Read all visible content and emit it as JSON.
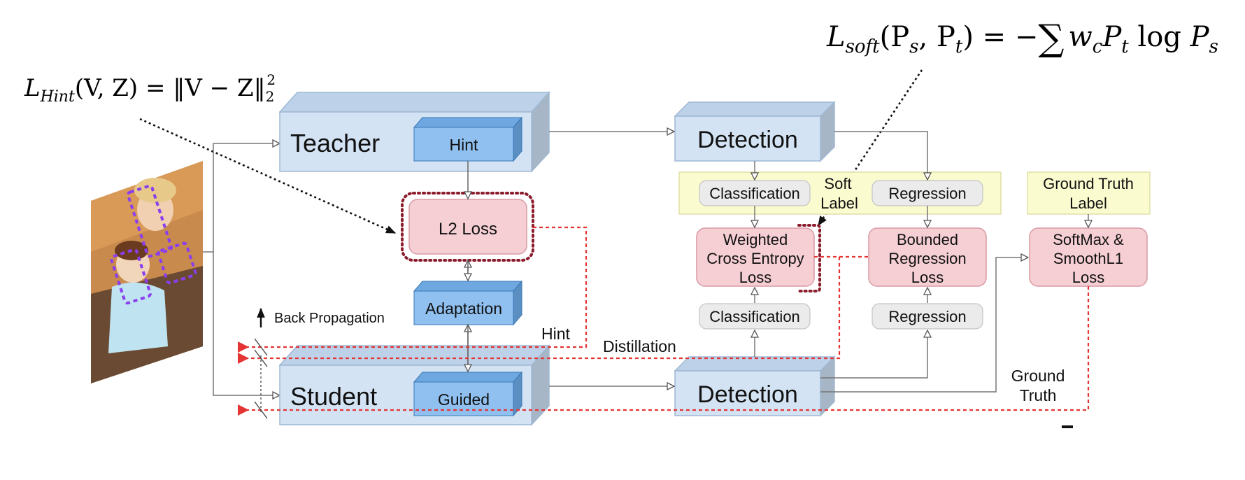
{
  "formulas": {
    "hint": {
      "lhs": "L",
      "sub": "Hint",
      "args": "(V, Z)",
      "eq": " = ",
      "rhs": "‖V − Z‖",
      "norm_sub": "2",
      "norm_sup": "2"
    },
    "soft": {
      "lhs": "L",
      "sub": "soft",
      "args": "(P",
      "args_s": "s",
      "args_mid": ", P",
      "args_t": "t",
      "args_close": ")",
      "eq": " = −",
      "sum": "∑",
      "w": "w",
      "w_sub": "c",
      "p1": "P",
      "p1_sub": "t",
      "log": " log ",
      "p2": "P",
      "p2_sub": "s"
    }
  },
  "teacher": {
    "label": "Teacher",
    "hint_label": "Hint"
  },
  "student": {
    "label": "Student",
    "guided_label": "Guided"
  },
  "adaptation": {
    "label": "Adaptation"
  },
  "l2_loss": {
    "label": "L2 Loss"
  },
  "detection_top": {
    "label": "Detection"
  },
  "detection_bottom": {
    "label": "Detection"
  },
  "soft_label": {
    "line1": "Soft",
    "line2": "Label"
  },
  "classification_top": {
    "label": "Classification"
  },
  "regression_top": {
    "label": "Regression"
  },
  "classification_bottom": {
    "label": "Classification"
  },
  "regression_bottom": {
    "label": "Regression"
  },
  "weighted_ce": {
    "line1": "Weighted",
    "line2": "Cross Entropy",
    "line3": "Loss"
  },
  "bounded_reg": {
    "line1": "Bounded",
    "line2": "Regression",
    "line3": "Loss"
  },
  "gt_label": {
    "line1": "Ground Truth",
    "line2": "Label"
  },
  "softmax": {
    "line1": "SoftMax &",
    "line2": "SmoothL1",
    "line3": "Loss"
  },
  "annotations": {
    "back_propagation": "Back Propagation",
    "hint": "Hint",
    "distillation": "Distillation",
    "ground_truth_line1": "Ground",
    "ground_truth_line2": "Truth"
  },
  "colors": {
    "box_blue_light": "#d3e3f3",
    "box_blue_stroke": "#9fb8d4",
    "box_blue_dark": "#8fc0f0",
    "box_blue_dark_stroke": "#3a78b8",
    "loss_pink": "#f6cfd4",
    "loss_pink_stroke": "#d99aa4",
    "soft_yellow": "#fbfbd0",
    "grey_pill": "#ebebeb",
    "red_dashed": "#e63434",
    "dark_dotted_border": "#8b1c2c",
    "detect_purple": "#8a3ef0"
  }
}
